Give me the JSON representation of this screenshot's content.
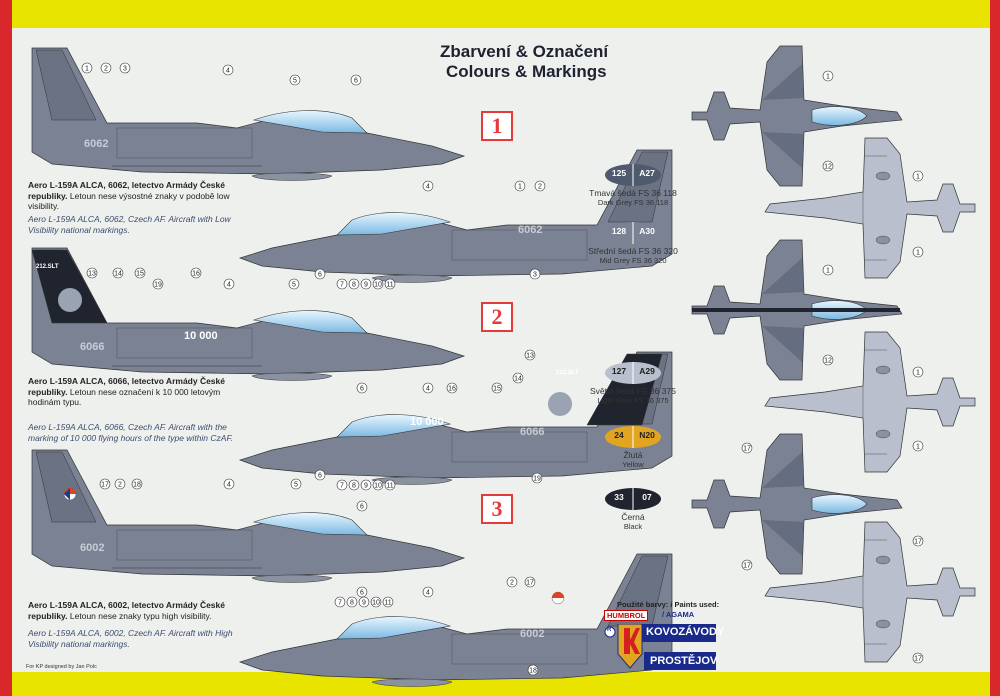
{
  "title": {
    "line1": "Zbarvení & Označení",
    "line2": "Colours & Markings"
  },
  "schemes": [
    {
      "badge": "1",
      "serial": "6062",
      "caption_cz_bold": "Aero L-159A ALCA, 6062, letectvo Armády České republiky.",
      "caption_cz": "Letoun nese výsostné znaky v podobě low visibility.",
      "caption_en": "Aero L-159A ALCA, 6062, Czech AF. Aircraft with Low Visibility national markings."
    },
    {
      "badge": "2",
      "serial": "6066",
      "special": "10 000",
      "tail_text": "212.SLT",
      "caption_cz_bold": "Aero L-159A ALCA, 6066, letectvo Armády České republiky.",
      "caption_cz": "Letoun nese označení k 10 000 letovým hodinám typu.",
      "caption_en": "Aero L-159A ALCA, 6066, Czech AF. Aircraft with the marking of 10 000 flying hours of the type within CzAF."
    },
    {
      "badge": "3",
      "serial": "6002",
      "caption_cz_bold": "Aero L-159A ALCA, 6002, letectvo Armády České republiky.",
      "caption_cz": "Letoun nese znaky typu high visibility.",
      "caption_en": "Aero L-159A ALCA, 6002, Czech AF. Aircraft with High Visibility national markings."
    }
  ],
  "paints": [
    {
      "humbrol": "125",
      "agama": "A27",
      "name_cz": "Tmavá šedá FS 36 118",
      "name_en": "Dark Grey FS 36 118",
      "color": "#505a6e",
      "text": "#ffffff"
    },
    {
      "humbrol": "128",
      "agama": "A30",
      "name_cz": "Střední šedá FS 36 320",
      "name_en": "Mid Grey FS 36 320",
      "color": "#7a8294",
      "text": "#ffffff"
    },
    {
      "humbrol": "127",
      "agama": "A29",
      "name_cz": "Světlá šedá FS 36 375",
      "name_en": "Light Grey FS 36 375",
      "color": "#b9bfcc",
      "text": "#222222"
    },
    {
      "humbrol": "24",
      "agama": "N20",
      "name_cz": "Žlutá",
      "name_en": "Yellow",
      "color": "#e2a521",
      "text": "#222222"
    },
    {
      "humbrol": "33",
      "agama": "07",
      "name_cz": "Černá",
      "name_en": "Black",
      "color": "#20242e",
      "text": "#ffffff"
    }
  ],
  "colors": {
    "dark": "#505a6e",
    "mid": "#7a8294",
    "light": "#b9bfcc",
    "canopy": "#a9d2ee",
    "black": "#20242e",
    "red": "#e53a3a"
  },
  "footer": {
    "paints_label": "Použité barvy: / Paints used:",
    "humbrol": "HUMBROL",
    "agama": "/ AGAMA",
    "brand1": "KOVOZÁVODY",
    "brand2": "PROSTĚJOV",
    "registered": "R",
    "designer": "For KP designed by Jan Polc"
  },
  "callouts": {
    "p1_left": [
      "1",
      "2",
      "3",
      "4",
      "5",
      "6"
    ],
    "p1_right": [
      "1",
      "2",
      "4",
      "6",
      "7",
      "8",
      "9",
      "10",
      "11",
      "3"
    ],
    "p2_left": [
      "13",
      "14",
      "15",
      "19",
      "16",
      "4",
      "5",
      "6"
    ],
    "p2_right": [
      "13",
      "14",
      "15",
      "4",
      "16",
      "6",
      "7",
      "8",
      "9",
      "10",
      "11",
      "19"
    ],
    "p3_left": [
      "17",
      "2",
      "18",
      "4",
      "5",
      "6"
    ],
    "p3_right": [
      "6",
      "7",
      "8",
      "9",
      "10",
      "11",
      "4",
      "2",
      "17",
      "18"
    ],
    "plan": [
      "1",
      "12",
      "1",
      "1",
      "1",
      "12",
      "1",
      "1",
      "17",
      "17",
      "17",
      "17"
    ]
  }
}
